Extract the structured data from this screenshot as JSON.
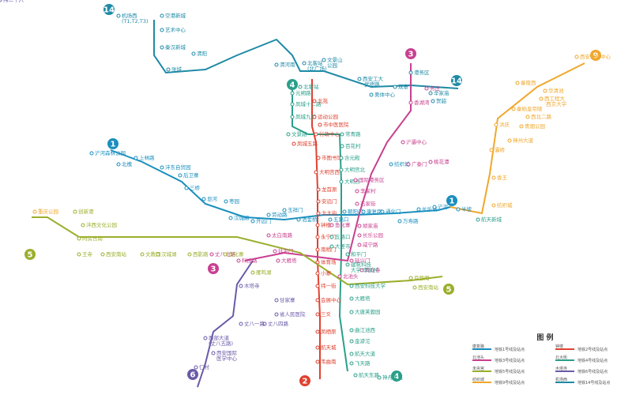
{
  "legend": {
    "title": "图  例",
    "items": [
      {
        "line": "1",
        "name": "康复路",
        "desc": "地铁1号线及站点",
        "color": "#1a8fbf"
      },
      {
        "line": "2",
        "name": "钟楼",
        "desc": "地铁2号线及站点",
        "color": "#e0412f"
      },
      {
        "line": "3",
        "name": "北池头",
        "desc": "地铁3号线及站点",
        "color": "#c8408f"
      },
      {
        "line": "4",
        "name": "北大街",
        "desc": "地铁4号线及站点",
        "color": "#2a9f8a"
      },
      {
        "line": "5",
        "name": "未央宫",
        "desc": "地铁5号线及站点",
        "color": "#9cae2c"
      },
      {
        "line": "6",
        "name": "木塔寺",
        "desc": "地铁6号线及站点",
        "color": "#6a5aa8"
      },
      {
        "line": "9",
        "name": "纺织城",
        "desc": "地铁9号线及站点",
        "color": "#f0a72c"
      },
      {
        "line": "14",
        "name": "机场西",
        "desc": "地铁14号线及站点",
        "color": "#1e8aa6"
      }
    ]
  },
  "badges": [
    "14",
    "1",
    "4",
    "3",
    "14",
    "9",
    "1",
    "5",
    "3",
    "2",
    "4",
    "6",
    "5"
  ],
  "stations": [
    {
      "n": "机场西\n(T1,T2,T3)",
      "c": "#1e8aa6"
    },
    {
      "n": "空港新城",
      "c": "#1e8aa6"
    },
    {
      "n": "艺术中心",
      "c": "#1e8aa6"
    },
    {
      "n": "秦汉新城",
      "c": "#1e8aa6"
    },
    {
      "n": "渭阳",
      "c": "#1e8aa6"
    },
    {
      "n": "张城",
      "c": "#1e8aa6"
    },
    {
      "n": "渭河南",
      "c": "#1e8aa6"
    },
    {
      "n": "北客站\n(北广场)",
      "c": "#1e8aa6"
    },
    {
      "n": "文景山\n公园",
      "c": "#1e8aa6"
    },
    {
      "n": "西安工大\n·武德路",
      "c": "#1e8aa6"
    },
    {
      "n": "双寨",
      "c": "#1e8aa6"
    },
    {
      "n": "港务区",
      "c": "#1e8aa6"
    },
    {
      "n": "奥体中心",
      "c": "#1e8aa6"
    },
    {
      "n": "辛家庙",
      "c": "#1e8aa6"
    },
    {
      "n": "贺韶",
      "c": "#1e8aa6"
    },
    {
      "n": "北客站",
      "c": "#2a9f8a"
    },
    {
      "n": "元朔路",
      "c": "#2a9f8a"
    },
    {
      "n": "凤城十二路",
      "c": "#2a9f8a"
    },
    {
      "n": "凤城九路",
      "c": "#2a9f8a"
    },
    {
      "n": "北苑",
      "c": "#e0412f"
    },
    {
      "n": "运动公园",
      "c": "#e0412f"
    },
    {
      "n": "市中医医院",
      "c": "#e0412f"
    },
    {
      "n": "文景路",
      "c": "#2a9f8a"
    },
    {
      "n": "凤城五路",
      "c": "#e0412f"
    },
    {
      "n": "行政中心",
      "c": "#e0412f"
    },
    {
      "n": "常青路",
      "c": "#2a9f8a"
    },
    {
      "n": "百花村",
      "c": "#2a9f8a"
    },
    {
      "n": "市图书馆",
      "c": "#e0412f"
    },
    {
      "n": "大明宫西",
      "c": "#e0412f"
    },
    {
      "n": "含元殿",
      "c": "#2a9f8a"
    },
    {
      "n": "大明宫北",
      "c": "#2a9f8a"
    },
    {
      "n": "大明宫",
      "c": "#2a9f8a"
    },
    {
      "n": "龙首原",
      "c": "#e0412f"
    },
    {
      "n": "安远门",
      "c": "#e0412f"
    },
    {
      "n": "北大街",
      "c": "#e0412f"
    },
    {
      "n": "钟楼",
      "c": "#e0412f"
    },
    {
      "n": "永宁门",
      "c": "#e0412f"
    },
    {
      "n": "南稍门",
      "c": "#e0412f"
    },
    {
      "n": "体育场",
      "c": "#e0412f"
    },
    {
      "n": "小寨",
      "c": "#e0412f"
    },
    {
      "n": "纬一街",
      "c": "#e0412f"
    },
    {
      "n": "会展中心",
      "c": "#e0412f"
    },
    {
      "n": "三爻",
      "c": "#e0412f"
    },
    {
      "n": "凤栖原",
      "c": "#e0412f"
    },
    {
      "n": "航天城",
      "c": "#e0412f"
    },
    {
      "n": "韦曲南",
      "c": "#e0412f"
    },
    {
      "n": "浐河森林公园",
      "c": "#1a8fbf"
    },
    {
      "n": "北槐",
      "c": "#1a8fbf"
    },
    {
      "n": "上林路",
      "c": "#1a8fbf"
    },
    {
      "n": "沣东自贸园",
      "c": "#1a8fbf"
    },
    {
      "n": "后卫寨",
      "c": "#1a8fbf"
    },
    {
      "n": "三桥",
      "c": "#1a8fbf"
    },
    {
      "n": "皂河",
      "c": "#1a8fbf"
    },
    {
      "n": "枣园",
      "c": "#1a8fbf"
    },
    {
      "n": "汉城路",
      "c": "#1a8fbf"
    },
    {
      "n": "开远门",
      "c": "#1a8fbf"
    },
    {
      "n": "劳动路",
      "c": "#1a8fbf"
    },
    {
      "n": "玉祥门",
      "c": "#1a8fbf"
    },
    {
      "n": "洒金桥",
      "c": "#1a8fbf"
    },
    {
      "n": "五路口",
      "c": "#1a8fbf"
    },
    {
      "n": "朝阳门",
      "c": "#1a8fbf"
    },
    {
      "n": "康复路",
      "c": "#1a8fbf"
    },
    {
      "n": "通化门",
      "c": "#1a8fbf"
    },
    {
      "n": "万寿路",
      "c": "#1a8fbf"
    },
    {
      "n": "长乐坡",
      "c": "#1a8fbf"
    },
    {
      "n": "浐河",
      "c": "#1a8fbf"
    },
    {
      "n": "半坡",
      "c": "#1a8fbf"
    },
    {
      "n": "纺织城",
      "c": "#1a8fbf"
    },
    {
      "n": "广泰门",
      "c": "#c8408f"
    },
    {
      "n": "桃花潭",
      "c": "#c8408f"
    },
    {
      "n": "浐灞中心",
      "c": "#c8408f"
    },
    {
      "n": "香湖湾",
      "c": "#c8408f"
    },
    {
      "n": "务庄",
      "c": "#c8408f"
    },
    {
      "n": "国际港务区",
      "c": "#c8408f"
    },
    {
      "n": "李家村",
      "c": "#c8408f"
    },
    {
      "n": "石家街",
      "c": "#c8408f"
    },
    {
      "n": "胡家庙",
      "c": "#c8408f"
    },
    {
      "n": "长乐公园",
      "c": "#c8408f"
    },
    {
      "n": "咸宁路",
      "c": "#c8408f"
    },
    {
      "n": "延兴门",
      "c": "#c8408f"
    },
    {
      "n": "青龙寺",
      "c": "#c8408f"
    },
    {
      "n": "北池头",
      "c": "#c8408f"
    },
    {
      "n": "大雁塔",
      "c": "#c8408f"
    },
    {
      "n": "延平门",
      "c": "#c8408f"
    },
    {
      "n": "太白南路",
      "c": "#c8408f"
    },
    {
      "n": "科技路",
      "c": "#c8408f"
    },
    {
      "n": "丈八北路",
      "c": "#c8408f"
    },
    {
      "n": "鱼化寨",
      "c": "#c8408f"
    },
    {
      "n": "五路口",
      "c": "#2a9f8a"
    },
    {
      "n": "大差市",
      "c": "#2a9f8a"
    },
    {
      "n": "和平门",
      "c": "#2a9f8a"
    },
    {
      "n": "建筑科技\n大学·李家村",
      "c": "#2a9f8a"
    },
    {
      "n": "西安科技大学",
      "c": "#2a9f8a"
    },
    {
      "n": "大雁塔",
      "c": "#2a9f8a"
    },
    {
      "n": "大唐芙蓉园",
      "c": "#2a9f8a"
    },
    {
      "n": "曲江池西",
      "c": "#2a9f8a"
    },
    {
      "n": "金滹沱",
      "c": "#2a9f8a"
    },
    {
      "n": "航天大道",
      "c": "#2a9f8a"
    },
    {
      "n": "飞天路",
      "c": "#2a9f8a"
    },
    {
      "n": "航天东路",
      "c": "#2a9f8a"
    },
    {
      "n": "神舟大道",
      "c": "#2a9f8a"
    },
    {
      "n": "航天新城",
      "c": "#2a9f8a"
    },
    {
      "n": "纺织城",
      "c": "#f0a72c"
    },
    {
      "n": "香王",
      "c": "#f0a72c"
    },
    {
      "n": "灞桥",
      "c": "#f0a72c"
    },
    {
      "n": "洪庆",
      "c": "#f0a72c"
    },
    {
      "n": "西北二路",
      "c": "#f0a72c"
    },
    {
      "n": "华清池",
      "c": "#f0a72c"
    },
    {
      "n": "秦陵西",
      "c": "#f0a72c"
    },
    {
      "n": "西工程大\n·西京大学",
      "c": "#f0a72c"
    },
    {
      "n": "西安科技中心",
      "c": "#f0a72c"
    },
    {
      "n": "秦始皇帝陵",
      "c": "#f0a72c"
    },
    {
      "n": "青烟公园",
      "c": "#f0a72c"
    },
    {
      "n": "神州大道",
      "c": "#f0a72c"
    },
    {
      "n": "重庆公园",
      "c": "#f0a72c"
    },
    {
      "n": "创新港",
      "c": "#9cae2c"
    },
    {
      "n": "沣西文化公园",
      "c": "#9cae2c"
    },
    {
      "n": "阿房宫南",
      "c": "#9cae2c"
    },
    {
      "n": "王寺",
      "c": "#9cae2c"
    },
    {
      "n": "西安南站",
      "c": "#9cae2c"
    },
    {
      "n": "文教园",
      "c": "#9cae2c"
    },
    {
      "n": "汉城湖",
      "c": "#9cae2c"
    },
    {
      "n": "西影路",
      "c": "#9cae2c"
    },
    {
      "n": "鱼化寨",
      "c": "#9cae2c"
    },
    {
      "n": "月登阁",
      "c": "#9cae2c"
    },
    {
      "n": "西安南站",
      "c": "#9cae2c"
    },
    {
      "n": "雁鸣湖",
      "c": "#9cae2c"
    },
    {
      "n": "木塔寺",
      "c": "#6a5aa8"
    },
    {
      "n": "甘家寨",
      "c": "#6a5aa8"
    },
    {
      "n": "省人民医院",
      "c": "#6a5aa8"
    },
    {
      "n": "丈八四路",
      "c": "#6a5aa8"
    },
    {
      "n": "丈八一路",
      "c": "#6a5aa8"
    },
    {
      "n": "西部大道\n(丈八五路)",
      "c": "#6a5aa8"
    },
    {
      "n": "西安国际\n医学中心",
      "c": "#6a5aa8"
    },
    {
      "n": "仁村",
      "c": "#6a5aa8"
    },
    {
      "n": "纬二十六",
      "c": "#6a5aa8"
    }
  ]
}
